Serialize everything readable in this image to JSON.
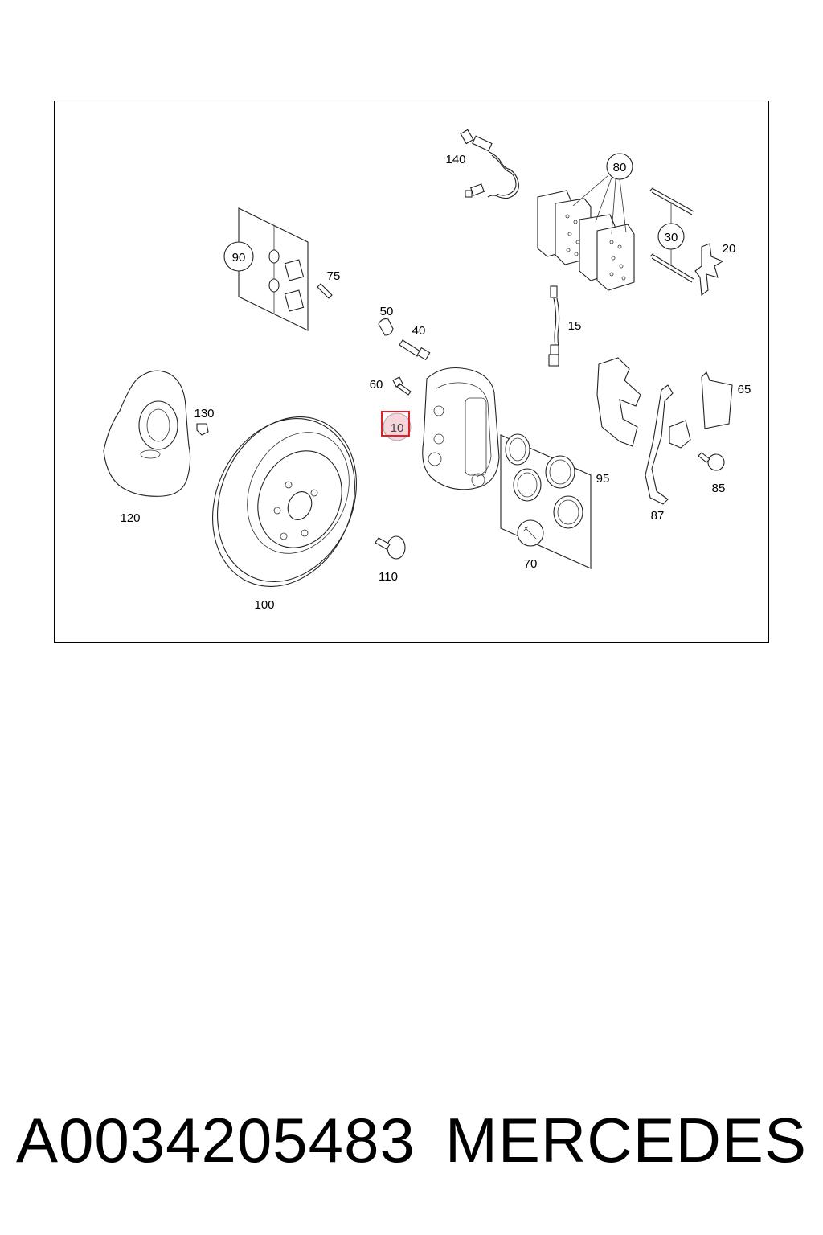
{
  "diagram": {
    "callouts": {
      "c140": "140",
      "c80": "80",
      "c30": "30",
      "c20": "20",
      "c90": "90",
      "c75": "75",
      "c50": "50",
      "c40": "40",
      "c15": "15",
      "c60": "60",
      "c10": "10",
      "c65": "65",
      "c130": "130",
      "c95": "95",
      "c85": "85",
      "c120": "120",
      "c87": "87",
      "c70": "70",
      "c110": "110",
      "c100": "100"
    },
    "highlighted_callout": "10",
    "highlight_color": "#e0202a"
  },
  "footer": {
    "part_number": "A0034205483",
    "brand": "MERCEDES"
  }
}
